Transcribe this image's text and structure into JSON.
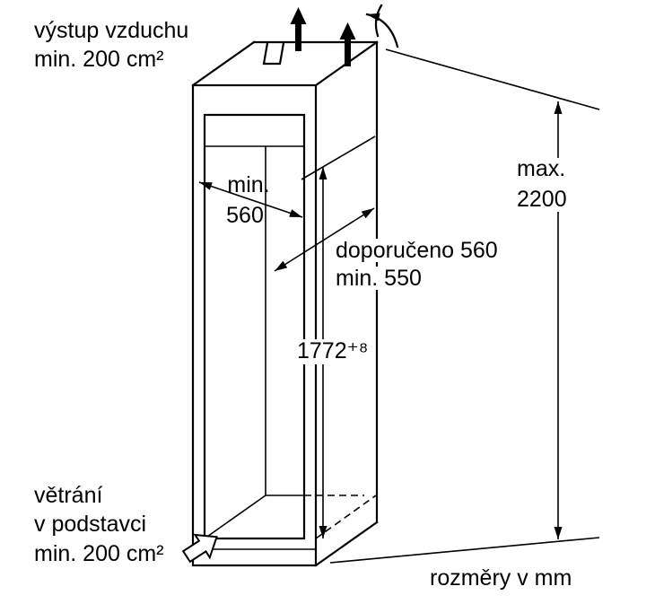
{
  "diagram": {
    "type": "appliance-installation-dimension-drawing",
    "unit_note": "rozměry v mm",
    "labels": {
      "air_top_1": "výstup vzduchu",
      "air_top_2": "min. 200 cm²",
      "width_1": "min.",
      "width_2": "560",
      "depth_1": "doporučeno 560",
      "depth_2": "min. 550",
      "height_inner": "1772⁺⁸",
      "height_max_1": "max.",
      "height_max_2": "2200",
      "plinth_1": "větrání",
      "plinth_2": "v podstavci",
      "plinth_3": "min. 200 cm²"
    },
    "icons": {
      "airflow_up": "filled-up-arrow",
      "airflow_out": "curved-arrow",
      "plinth_vent": "outline-block-arrow-up-right"
    },
    "colors": {
      "line": "#000000",
      "background": "#ffffff"
    }
  }
}
